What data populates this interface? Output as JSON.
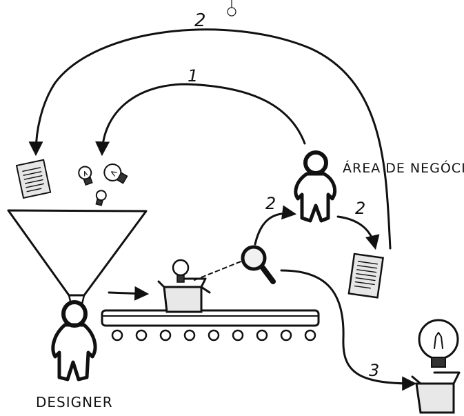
{
  "labels": {
    "area": "ÁREA DE NEGÓCIO",
    "designer": "DESIGNER"
  },
  "step_numbers": {
    "outer_loop": "2",
    "inner_loop": "1",
    "to_area": "2",
    "from_area": "2",
    "to_result": "3"
  },
  "colors": {
    "ink": "#111111",
    "background": "#ffffff"
  },
  "icons": [
    "document-icon",
    "lightbulb-icon",
    "funnel-icon",
    "person-icon",
    "box-icon",
    "conveyor-belt-icon",
    "magnifier-icon"
  ]
}
